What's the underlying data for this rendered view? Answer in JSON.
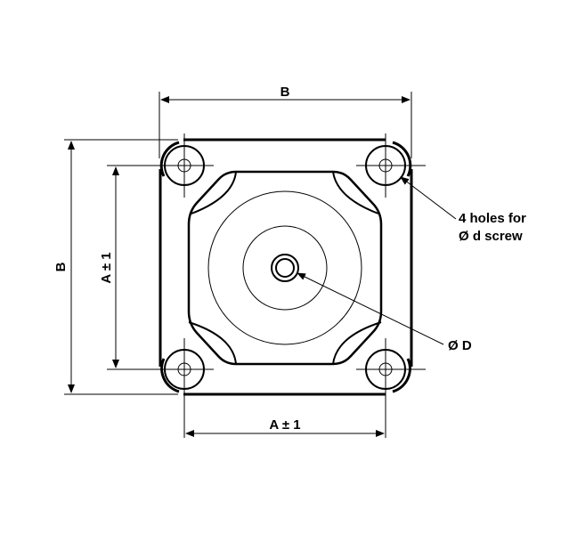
{
  "labels": {
    "b_top": "B",
    "b_left": "B",
    "a_left": "A ± 1",
    "a_bottom": "A ± 1",
    "holes_line1": "4 holes for",
    "holes_line2": "Ø d screw",
    "diameter_d": "Ø D"
  },
  "colors": {
    "background": "#ffffff",
    "panel": "#ffffff",
    "stroke": "#000000"
  }
}
